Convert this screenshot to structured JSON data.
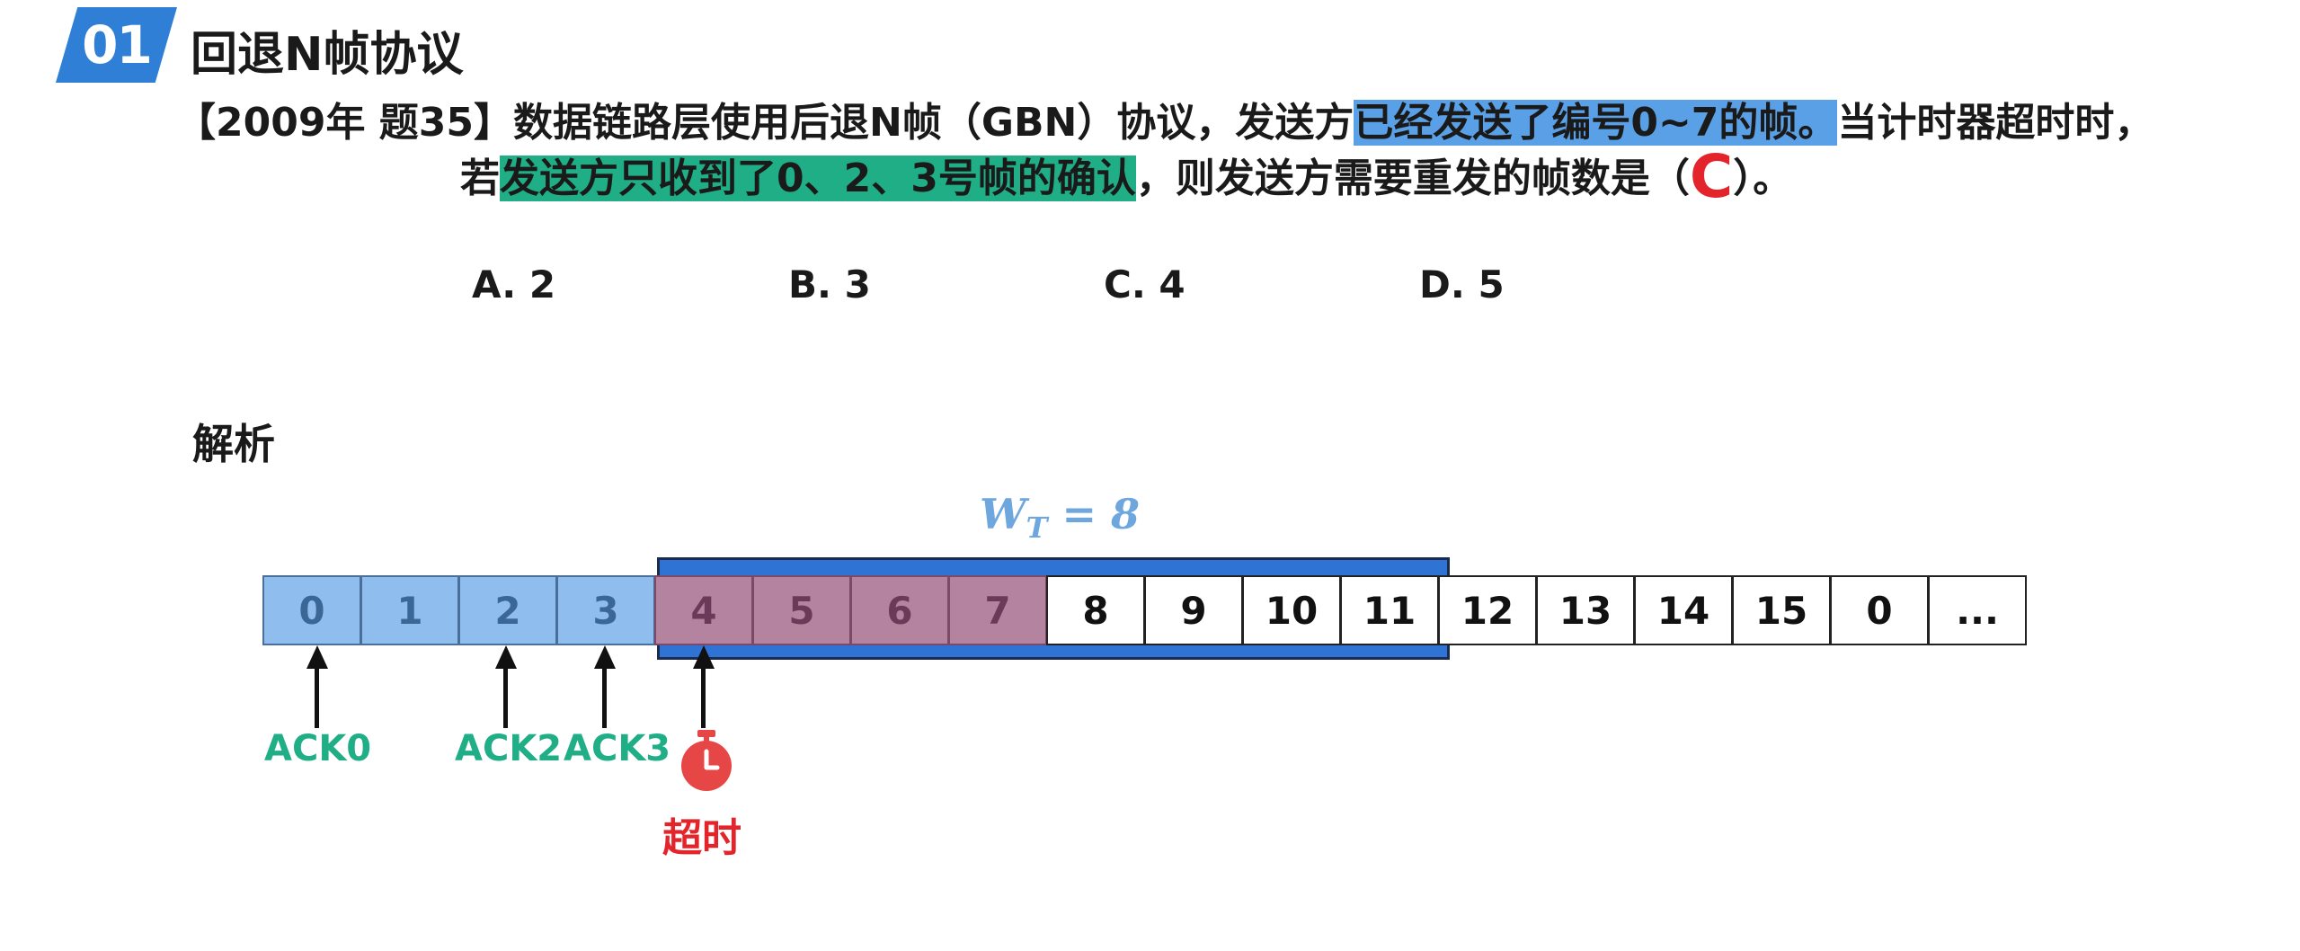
{
  "header": {
    "badge": "01",
    "title": "回退N帧协议"
  },
  "question": {
    "source": "【2009年 题35】",
    "line1_text": "数据链路层使用后退N帧（GBN）协议，发送方",
    "line1_highlight": "已经发送了编号0~7的帧。",
    "line1_tail": "当计时器超时时，",
    "line2_prefix": "若",
    "line2_highlight": "发送方只收到了0、2、3号帧的确认",
    "line2_text": "，则发送方需要重发的帧数是（",
    "answer": "C",
    "line2_close": "）。"
  },
  "options": [
    {
      "label": "A. 2"
    },
    {
      "label": "B. 3"
    },
    {
      "label": "C. 4"
    },
    {
      "label": "D. 5"
    }
  ],
  "analysis_label": "解析",
  "diagram": {
    "window_label": "W",
    "window_label_sub": "T",
    "window_label_rhs": " = 8",
    "frames": [
      {
        "label": "0",
        "state": "acked"
      },
      {
        "label": "1",
        "state": "acked"
      },
      {
        "label": "2",
        "state": "acked"
      },
      {
        "label": "3",
        "state": "acked"
      },
      {
        "label": "4",
        "state": "sent"
      },
      {
        "label": "5",
        "state": "sent"
      },
      {
        "label": "6",
        "state": "sent"
      },
      {
        "label": "7",
        "state": "sent"
      },
      {
        "label": "8",
        "state": "unsent"
      },
      {
        "label": "9",
        "state": "unsent"
      },
      {
        "label": "10",
        "state": "unsent"
      },
      {
        "label": "11",
        "state": "unsent"
      },
      {
        "label": "12",
        "state": "unsent"
      },
      {
        "label": "13",
        "state": "unsent"
      },
      {
        "label": "14",
        "state": "unsent"
      },
      {
        "label": "15",
        "state": "unsent"
      },
      {
        "label": "0",
        "state": "unsent"
      },
      {
        "label": "...",
        "state": "unsent"
      }
    ],
    "ack_labels": [
      "ACK0",
      "ACK2",
      "ACK3"
    ],
    "timeout_label": "超时"
  },
  "colors": {
    "accent_blue": "#2f7fd6",
    "highlight_blue": "#5aa0e6",
    "highlight_green": "#1fae86",
    "answer_red": "#e3242b",
    "acked_frame": "#8fbdee",
    "sent_frame": "#b3839f"
  }
}
